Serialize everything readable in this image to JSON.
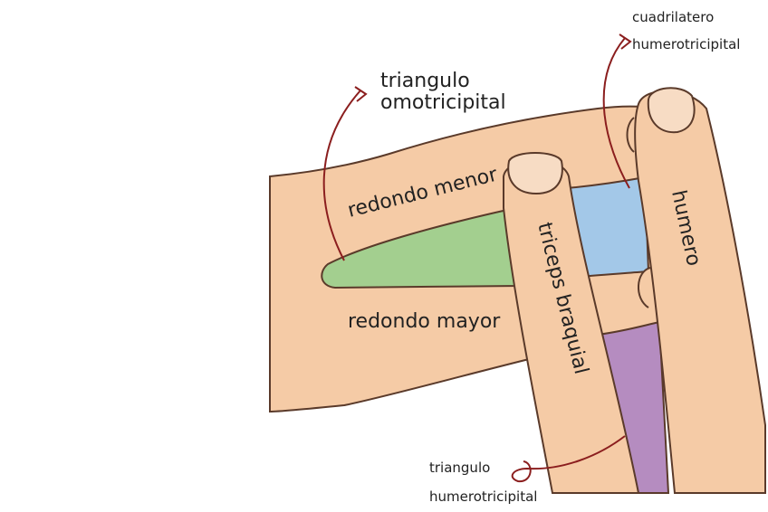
{
  "labels": {
    "redondo_menor": "redondo menor",
    "redondo_mayor": "redondo mayor",
    "humero": "humero",
    "triceps": "triceps braquial",
    "tri_omo_line1": "triangulo",
    "tri_omo_line2": "omotricipital",
    "cuad_line1": "cuadrilatero",
    "cuad_line2": "humerotricipital",
    "tri_hum_line1": "triangulo",
    "tri_hum_line2": "humerotricipital"
  },
  "colors": {
    "skin": "#f5cba6",
    "outline": "#5a3a2a",
    "green_space": "#a3cf8f",
    "blue_space": "#a3c8e8",
    "purple_space": "#b58cc0",
    "nail": "#f7dcc4",
    "arrow": "#8b1e1e",
    "text": "#222222"
  }
}
